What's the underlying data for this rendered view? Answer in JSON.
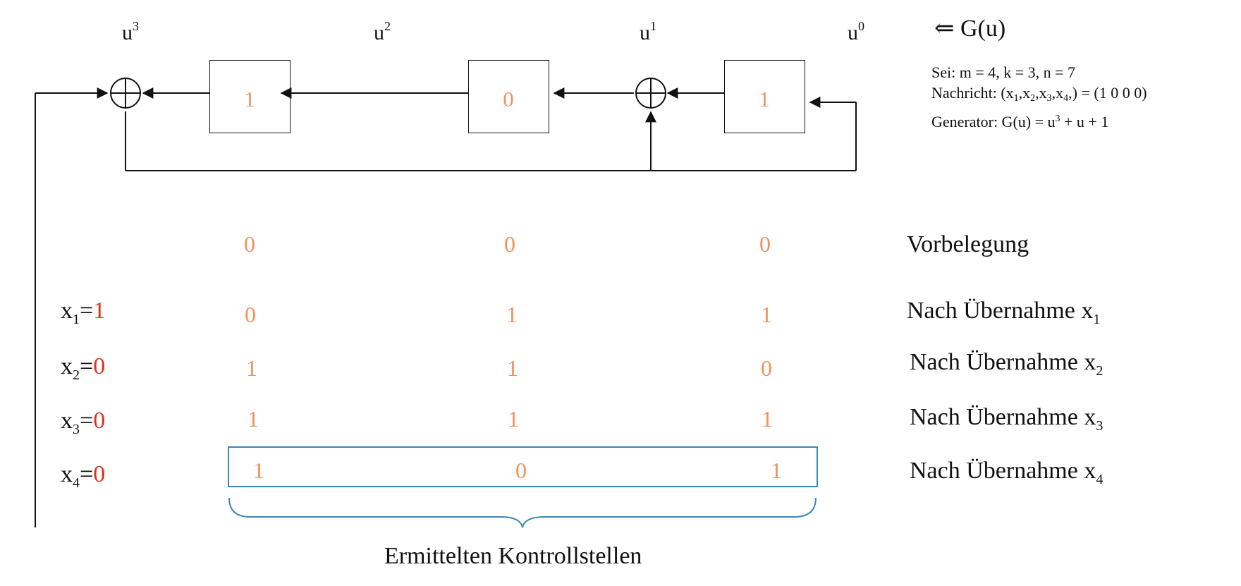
{
  "powers": {
    "u3": {
      "base": "u",
      "exp": "3"
    },
    "u2": {
      "base": "u",
      "exp": "2"
    },
    "u1": {
      "base": "u",
      "exp": "1"
    },
    "u0": {
      "base": "u",
      "exp": "0"
    }
  },
  "generator_symbol": "⇐ G(u)",
  "params": {
    "line1": "Sei: m = 4, k = 3, n = 7",
    "line2_prefix": "Nachricht:  (",
    "line2_vars": [
      {
        "base": "x",
        "sub": "1"
      },
      {
        "base": "x",
        "sub": "2"
      },
      {
        "base": "x",
        "sub": "3"
      },
      {
        "base": "x",
        "sub": "4"
      }
    ],
    "line2_suffix": ",) = (1 0 0 0)",
    "line3_prefix": "Generator:  G(u) = u",
    "line3_exp": "3",
    "line3_suffix": " + u + 1"
  },
  "registers": [
    "1",
    "0",
    "1"
  ],
  "xor_symbol": "⊕",
  "rows": [
    {
      "label": "",
      "value": "",
      "cells": [
        "0",
        "0",
        "0"
      ],
      "desc": "Vorbelegung",
      "desc_sub": ""
    },
    {
      "label": "x",
      "label_sub": "1",
      "value": "1",
      "cells": [
        "0",
        "1",
        "1"
      ],
      "desc": "Nach Übernahme x",
      "desc_sub": "1"
    },
    {
      "label": "x",
      "label_sub": "2",
      "value": "0",
      "cells": [
        "1",
        "1",
        "0"
      ],
      "desc": "Nach Übernahme x",
      "desc_sub": "2"
    },
    {
      "label": "x",
      "label_sub": "3",
      "value": "0",
      "cells": [
        "1",
        "1",
        "1"
      ],
      "desc": "Nach Übernahme x",
      "desc_sub": "3"
    },
    {
      "label": "x",
      "label_sub": "4",
      "value": "0",
      "cells": [
        "1",
        "0",
        "1"
      ],
      "desc": "Nach Übernahme x",
      "desc_sub": "4"
    }
  ],
  "caption": "Ermittelten Kontrollstellen",
  "colors": {
    "line": "#111111",
    "value": "#f0915e",
    "highlight": "#e0311f",
    "box": "#3a86b8"
  }
}
